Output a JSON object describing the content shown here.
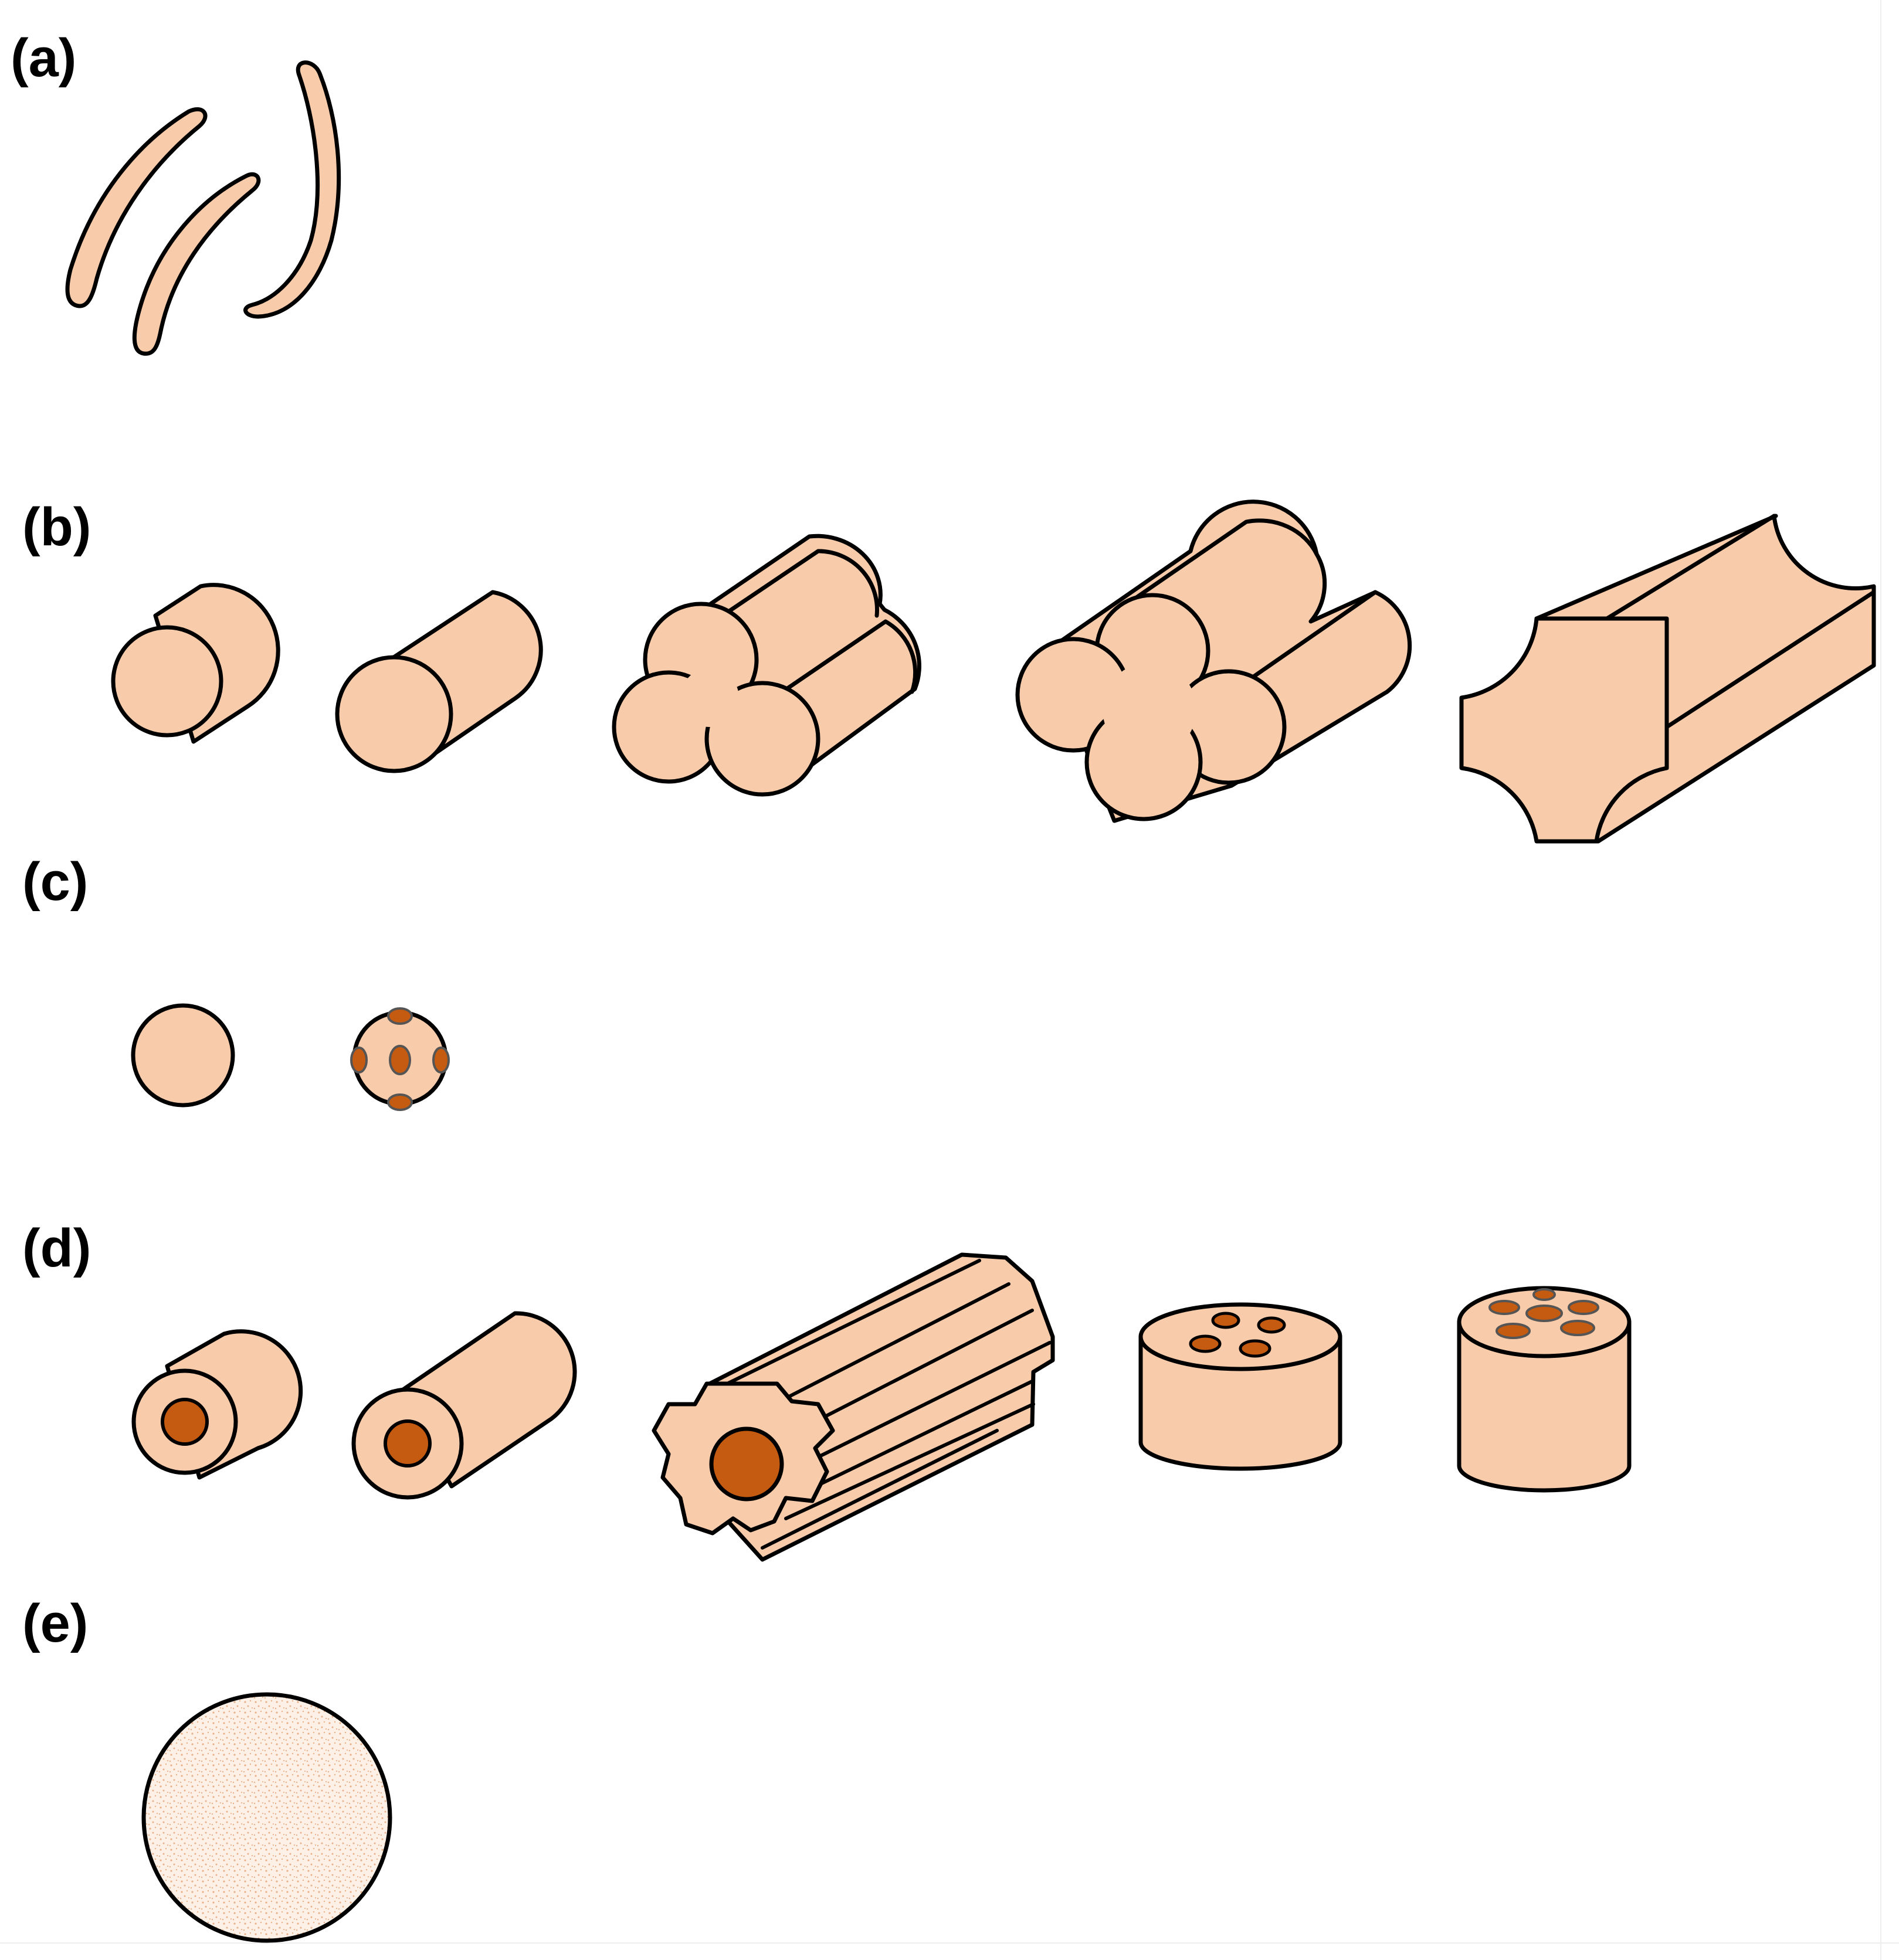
{
  "panels": [
    {
      "label": "(a)",
      "description_key": "bent-rods"
    },
    {
      "label": "(b)",
      "description_key": "cylinder-bundles"
    },
    {
      "label": "(c)",
      "description_key": "spheres"
    },
    {
      "label": "(d)",
      "description_key": "core-shell-and-porous-cylinders"
    },
    {
      "label": "(e)",
      "description_key": "textured-sphere"
    }
  ],
  "colors": {
    "body": "#f8cbaa",
    "outline": "#000000",
    "core": "#c55a11",
    "pore_outline": "#555555",
    "texture_dot": "#e8b08a"
  }
}
